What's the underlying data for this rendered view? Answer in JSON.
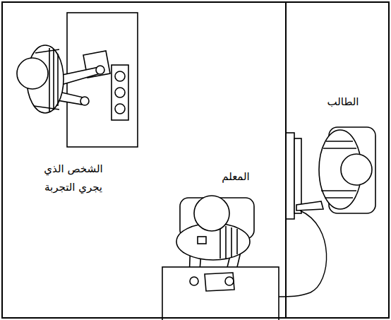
{
  "diagram": {
    "nodes": [
      {
        "text": [
          "الشخص الذي يجري التجربة",
          "المعلم"
        ]
      },
      {
        "text": [
          "الطالب"
        ]
      }
    ]
  }
}
